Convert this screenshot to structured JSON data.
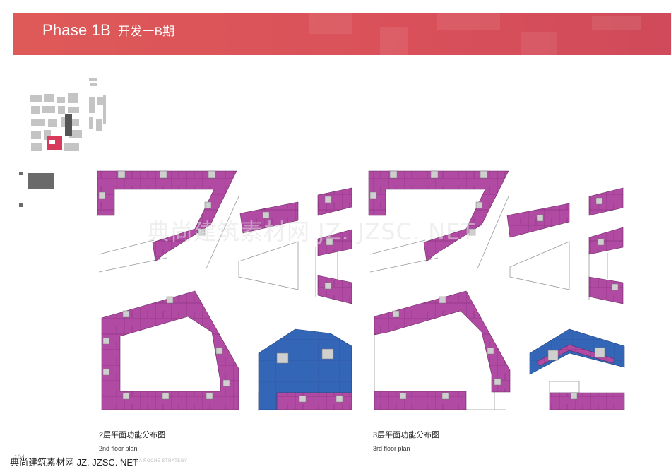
{
  "header": {
    "title": "Phase 1B",
    "subtitle": "开发一B期"
  },
  "plans": [
    {
      "caption_cn": "2层平面功能分布图",
      "caption_en": "2nd floor plan"
    },
    {
      "caption_cn": "3层平面功能分布图",
      "caption_en": "3rd floor plan"
    }
  ],
  "watermark": "典尚建筑素材网 JZ. JZSC. NET",
  "footer": {
    "page_number": "104",
    "text": "典尚建筑素材网 JZ. JZSC. NET",
    "faint_text": "CHINA  LA  ROCHE  STRATEGY"
  },
  "colors": {
    "header": "#d9505a",
    "residential": "#b04aa3",
    "commercial": "#3466b8",
    "core": "#c9c9c9"
  }
}
